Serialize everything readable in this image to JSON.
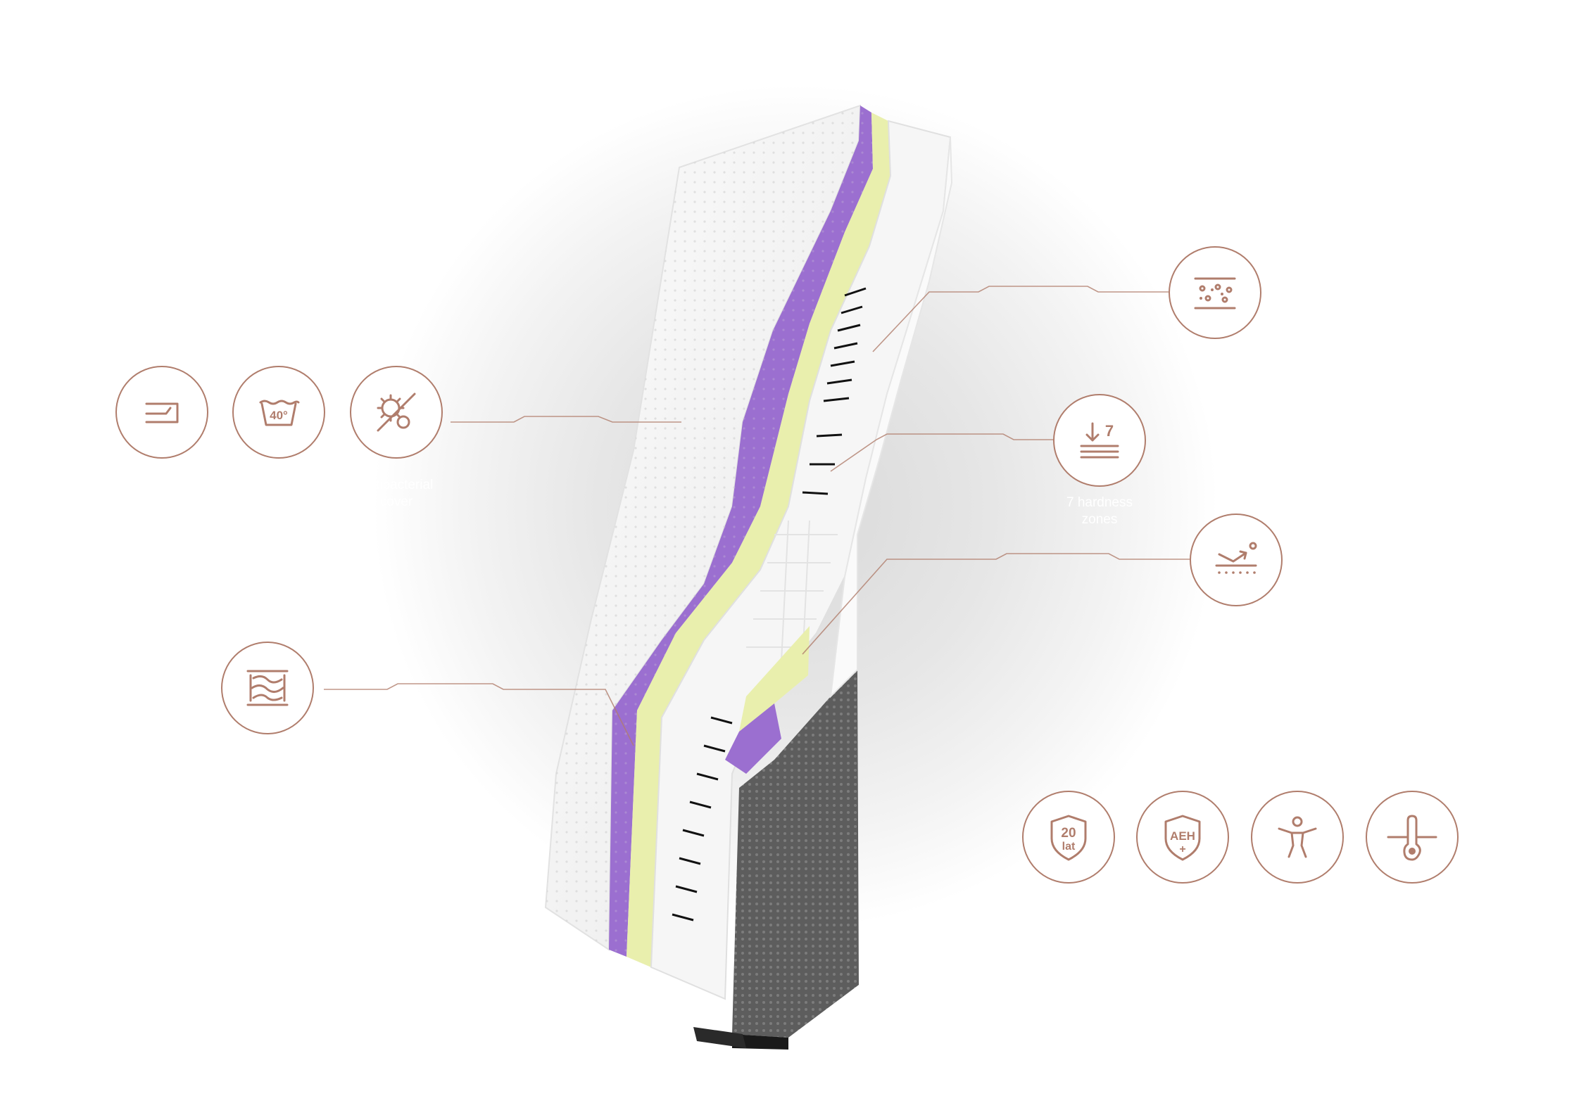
{
  "colors": {
    "accent": "#b07d6c",
    "layer_purple": "#9b6fd0",
    "layer_lime": "#e9efad",
    "base_grey": "#6b6b6b",
    "cover_white": "#f4f4f4"
  },
  "features_left_top": [
    {
      "icon": "folded-cover-icon"
    },
    {
      "icon": "wash-40-icon",
      "text": "40°"
    },
    {
      "icon": "antibacterial-icon",
      "caption": "Antibacterial\ncover"
    }
  ],
  "features_right": [
    {
      "icon": "foam-cells-icon"
    },
    {
      "icon": "hardness-zones-icon",
      "text": "7",
      "caption": "7 hardness\nzones"
    },
    {
      "icon": "ventilation-icon"
    }
  ],
  "feature_left_bottom": {
    "icon": "pocket-springs-icon"
  },
  "badges_bottom": [
    {
      "icon": "warranty-shield-icon",
      "line1": "20",
      "line2": "lat"
    },
    {
      "icon": "aeh-shield-icon",
      "text": "AEH",
      "plus": "+"
    },
    {
      "icon": "body-support-icon"
    },
    {
      "icon": "thermometer-icon"
    }
  ]
}
